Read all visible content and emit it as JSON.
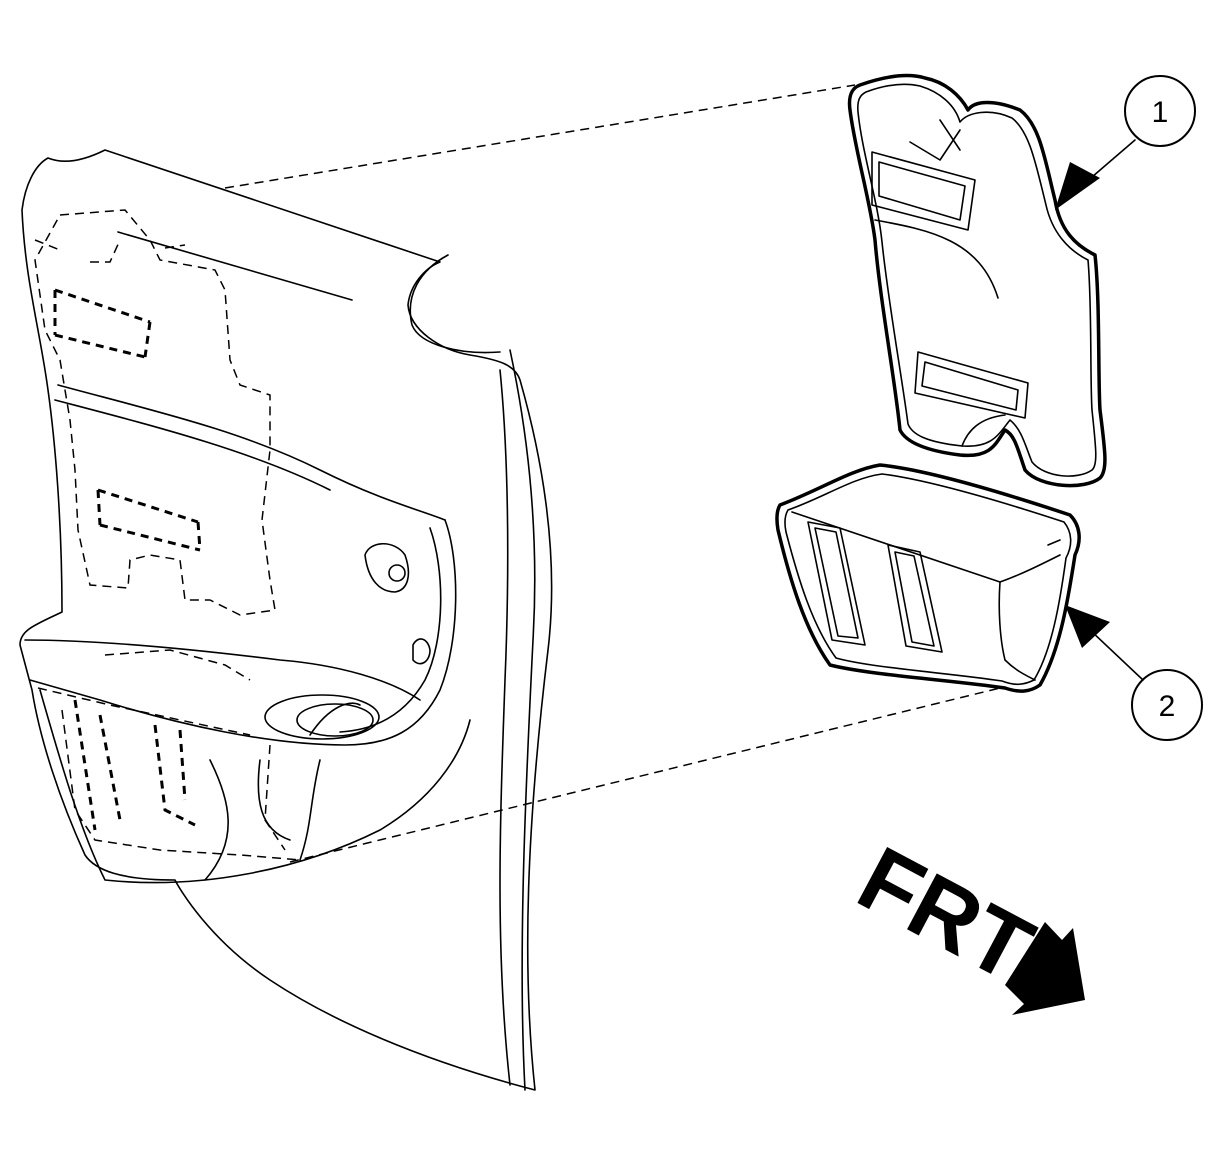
{
  "callouts": [
    {
      "label": "1"
    },
    {
      "label": "2"
    }
  ],
  "direction_label": "FRT"
}
